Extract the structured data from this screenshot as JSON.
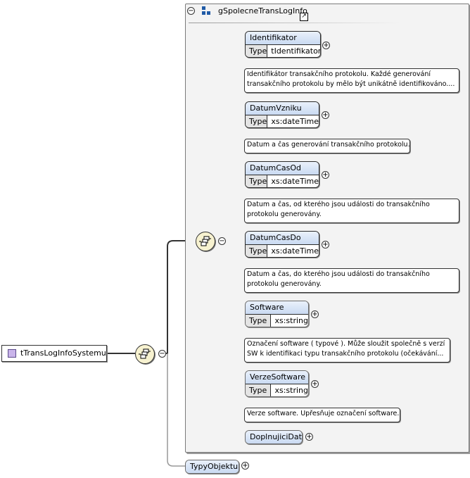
{
  "root": {
    "name": "tTransLogInfoSystemu"
  },
  "group": {
    "name": "gSpolecneTransLogInfo"
  },
  "type_key": "Type",
  "elements": [
    {
      "name": "Identifikator",
      "type": "tIdentifikator",
      "doc": [
        "Identifikátor transakčního protokolu. Každé generování",
        "transakčního protokolu by mělo být unikátně identifikováno...."
      ]
    },
    {
      "name": "DatumVzniku",
      "type": "xs:dateTime",
      "doc": [
        "Datum a čas generování transakčního protokolu."
      ]
    },
    {
      "name": "DatumCasOd",
      "type": "xs:dateTime",
      "doc": [
        "Datum a čas, od kterého jsou události do transakčního",
        "protokolu generovány."
      ]
    },
    {
      "name": "DatumCasDo",
      "type": "xs:dateTime",
      "doc": [
        "Datum a čas, do kterého jsou události do transakčního",
        "protokolu generovány."
      ]
    },
    {
      "name": "Software",
      "type": "xs:string",
      "doc": [
        "Označení software ( typové ). Může sloužit společně s verzí",
        "SW k identifikaci typu transakčního protokolu (očekávání..."
      ]
    },
    {
      "name": "VerzeSoftware",
      "type": "xs:string",
      "doc": [
        "Verze software. Upřesňuje označení software."
      ]
    },
    {
      "name": "DoplnujiciData"
    }
  ],
  "typy_objektu": {
    "name": "TypyObjektu"
  },
  "icons": {
    "collapse": "collapse-icon",
    "expand": "expand-icon",
    "sequence": "sequence-icon",
    "link": "link-arrow-icon"
  },
  "colors": {
    "element_header": "#c9daf2",
    "group_bg": "#f3f3f3",
    "sequence_fill": "#f7f2d0",
    "root_swatch": "#c9b4ea"
  }
}
